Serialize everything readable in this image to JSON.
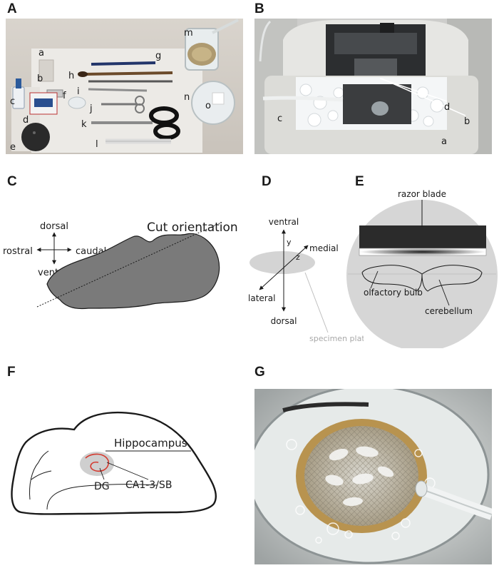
{
  "panels": {
    "A": {
      "letter": "A",
      "item_labels": [
        "a",
        "b",
        "c",
        "d",
        "e",
        "f",
        "g",
        "h",
        "i",
        "j",
        "k",
        "l",
        "m",
        "n",
        "o"
      ]
    },
    "B": {
      "letter": "B",
      "item_labels": [
        "a",
        "b",
        "c",
        "d"
      ]
    },
    "C": {
      "letter": "C",
      "directions": {
        "dorsal": "dorsal",
        "rostral": "rostral",
        "caudal": "caudal",
        "ventral": "ventral"
      },
      "cut_label": "Cut orientation"
    },
    "D": {
      "letter": "D",
      "axes": {
        "ventral": "ventral",
        "dorsal": "dorsal",
        "medial": "medial",
        "lateral": "lateral",
        "y": "y",
        "z": "z"
      },
      "plate_label": "specimen plate"
    },
    "E": {
      "letter": "E",
      "labels": {
        "razor": "razor blade",
        "olfactory": "olfactory bulb",
        "cerebellum": "cerebellum"
      }
    },
    "F": {
      "letter": "F",
      "labels": {
        "hippocampus": "Hippocampus",
        "ca": "CA1-3/SB",
        "dg": "DG"
      }
    },
    "G": {
      "letter": "G"
    }
  },
  "colors": {
    "brain_fill": "#7a7a7a",
    "hippocampus_highlight": "#cfcfcf",
    "hippocampus_outline": "#d43a2f",
    "plate_fill": "#d4d4d4",
    "label_gray": "#a8a8a8"
  }
}
